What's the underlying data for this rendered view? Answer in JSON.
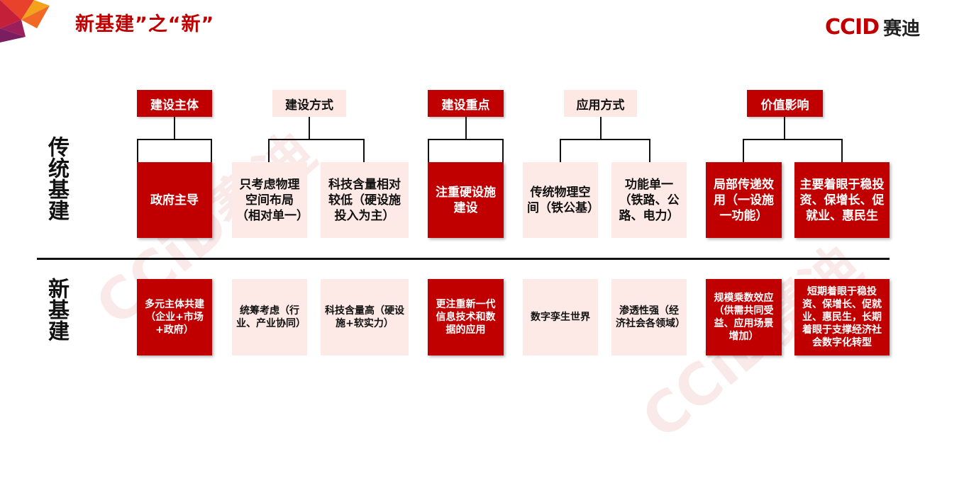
{
  "title": "新基建”之“新”",
  "logo": {
    "brand": "CCID",
    "cn": "赛迪"
  },
  "row_labels": {
    "traditional": "传统基建",
    "new": "新基建"
  },
  "watermark": "CCiD赛迪",
  "headers": [
    "建设主体",
    "建设方式",
    "建设重点",
    "应用方式",
    "价值影响"
  ],
  "traditional": [
    "政府主导",
    "只考虑物理空间布局（相对单一）",
    "科技含量相对较低（硬设施投入为主）",
    "注重硬设施建设",
    "传统物理空间（铁公基）",
    "功能单一（铁路、公路、电力）",
    "局部传递效用（一设施一功能）",
    "主要着眼于稳投资、保增长、促就业、惠民生"
  ],
  "new": [
    "多元主体共建（企业+市场+政府）",
    "统筹考虑（行业、产业协同）",
    "科技含量高（硬设施+软实力）",
    "更注重新一代信息技术和数据的应用",
    "数字孪生世界",
    "渗透性强（经济社会各领域）",
    "规模乘数效应（供需共同受益、应用场景增加）",
    "短期着眼于稳投资、保增长、促就业、惠民生，长期着眼于支撑经济社会数字化转型"
  ],
  "colors": {
    "accent": "#c00000",
    "pink": "#fdeae6",
    "text": "#111111"
  }
}
